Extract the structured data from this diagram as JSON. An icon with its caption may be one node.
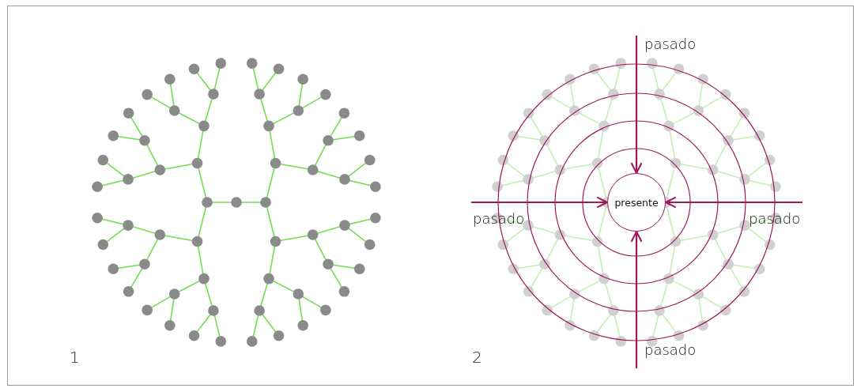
{
  "diagram": {
    "nodes": [
      {
        "text": [
          "presente"
        ]
      },
      {
        "text": [
          "pasado"
        ]
      },
      {
        "text": [
          "pasado"
        ]
      },
      {
        "text": [
          "pasado"
        ]
      },
      {
        "text": [
          "pasado"
        ]
      }
    ],
    "edges": [
      {
        "from": 1,
        "to": 0,
        "arrow": "to"
      },
      {
        "from": 2,
        "to": 0,
        "arrow": "to"
      },
      {
        "from": 3,
        "to": 0,
        "arrow": "to"
      },
      {
        "from": 4,
        "to": 0,
        "arrow": "to"
      }
    ],
    "labels": [
      "1",
      "2"
    ]
  }
}
